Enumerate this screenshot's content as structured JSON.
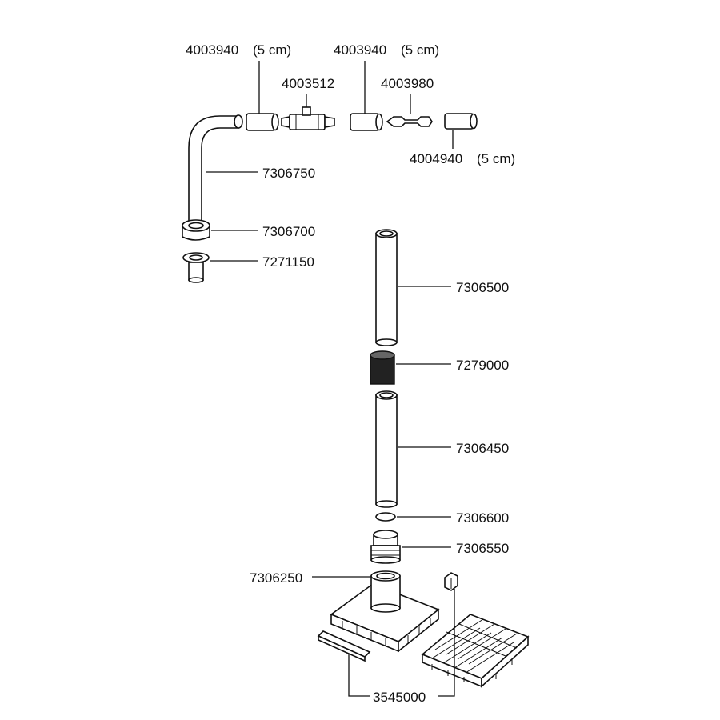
{
  "labels": {
    "tube_5cm_left": "4003940",
    "tube_5cm_left_len": "(5 cm)",
    "tube_5cm_mid": "4003940",
    "tube_5cm_mid_len": "(5 cm)",
    "valve": "4003512",
    "connector": "4003980",
    "tube_5cm_right": "4004940",
    "tube_5cm_right_len": "(5 cm)",
    "bent_pipe": "7306750",
    "clamp_ring": "7306700",
    "nozzle": "7271150",
    "upper_tube": "7306500",
    "sleeve": "7279000",
    "lower_tube": "7306450",
    "o_ring": "7306600",
    "adapter": "7306550",
    "base_plate": "7306250",
    "grid_set": "3545000"
  }
}
